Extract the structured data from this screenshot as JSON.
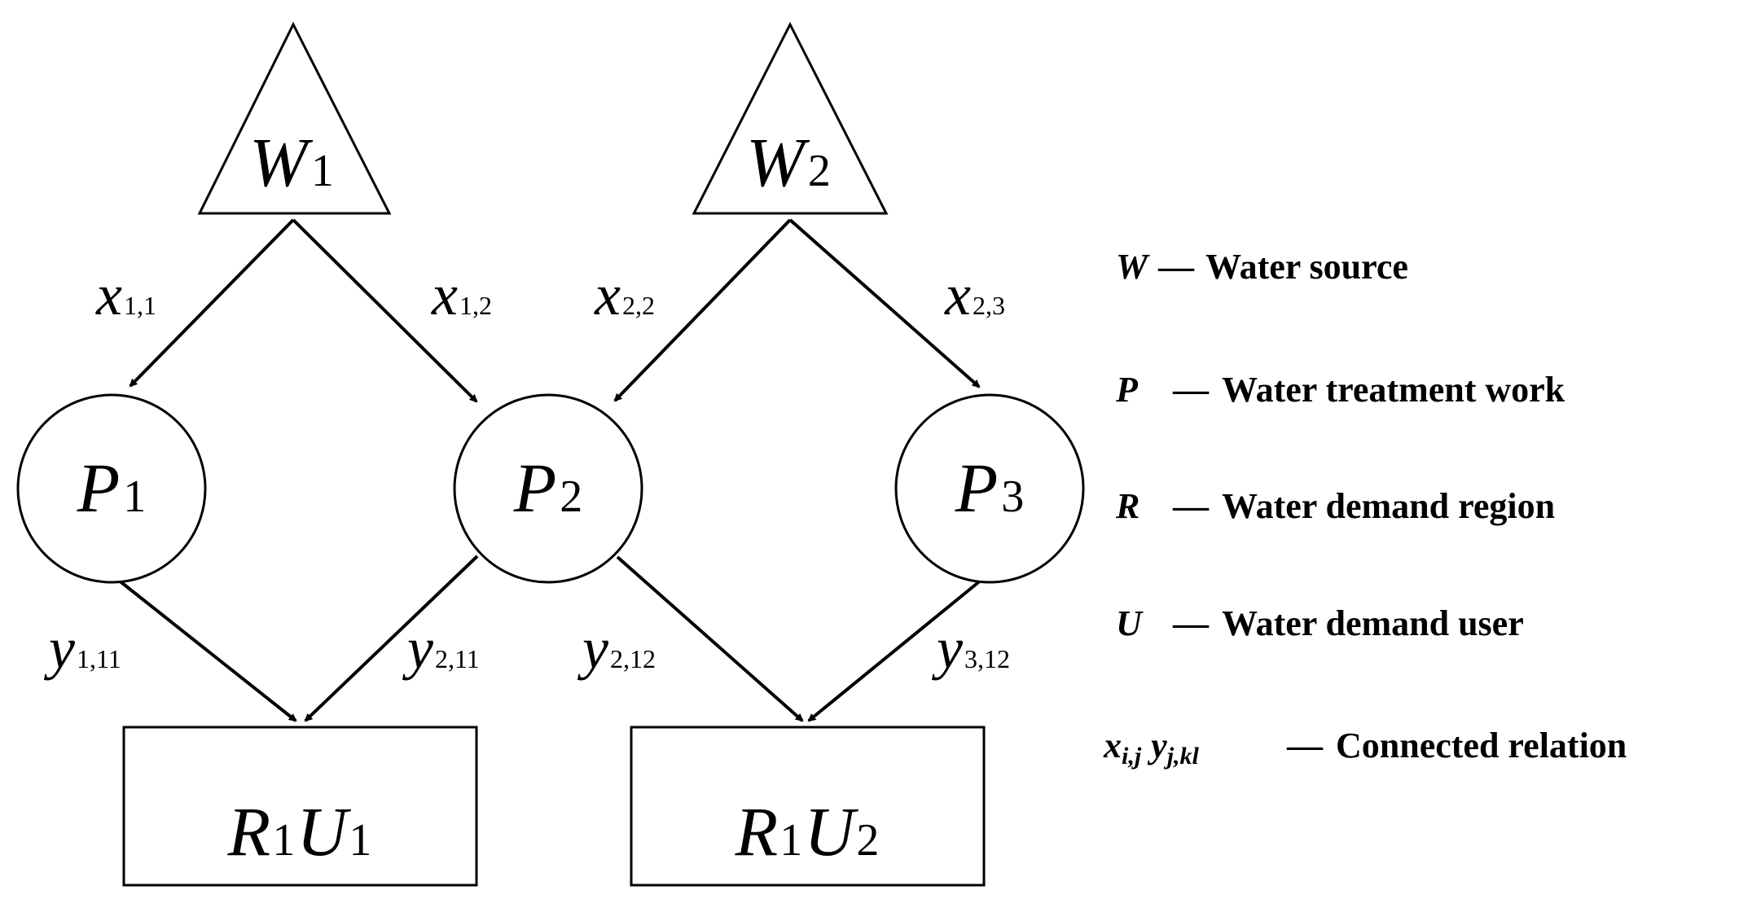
{
  "nodes": {
    "W1": {
      "letter": "W",
      "sub": "1"
    },
    "W2": {
      "letter": "W",
      "sub": "2"
    },
    "P1": {
      "letter": "P",
      "sub": "1"
    },
    "P2": {
      "letter": "P",
      "sub": "2"
    },
    "P3": {
      "letter": "P",
      "sub": "3"
    },
    "R1U1": {
      "letter1": "R",
      "sub1": "1",
      "letter2": "U",
      "sub2": "1"
    },
    "R1U2": {
      "letter1": "R",
      "sub1": "1",
      "letter2": "U",
      "sub2": "2"
    }
  },
  "edges": {
    "x11": {
      "var": "x",
      "sub": "1,1"
    },
    "x12": {
      "var": "x",
      "sub": "1,2"
    },
    "x22": {
      "var": "x",
      "sub": "2,2"
    },
    "x23": {
      "var": "x",
      "sub": "2,3"
    },
    "y111": {
      "var": "y",
      "sub": "1,11"
    },
    "y211": {
      "var": "y",
      "sub": "2,11"
    },
    "y212": {
      "var": "y",
      "sub": "2,12"
    },
    "y312": {
      "var": "y",
      "sub": "3,12"
    }
  },
  "legend": {
    "w": {
      "symbol": "W",
      "dash": "—",
      "text": "Water source"
    },
    "p": {
      "symbol": "P",
      "dash": "—",
      "text": "Water treatment work"
    },
    "r": {
      "symbol": "R",
      "dash": "—",
      "text": "Water demand region"
    },
    "u": {
      "symbol": "U",
      "dash": "—",
      "text": "Water demand user"
    },
    "xy": {
      "x": "x",
      "x_sub": "i,j",
      "y": "y",
      "y_sub": "j,kl",
      "dash": "—",
      "text": "Connected relation"
    }
  }
}
